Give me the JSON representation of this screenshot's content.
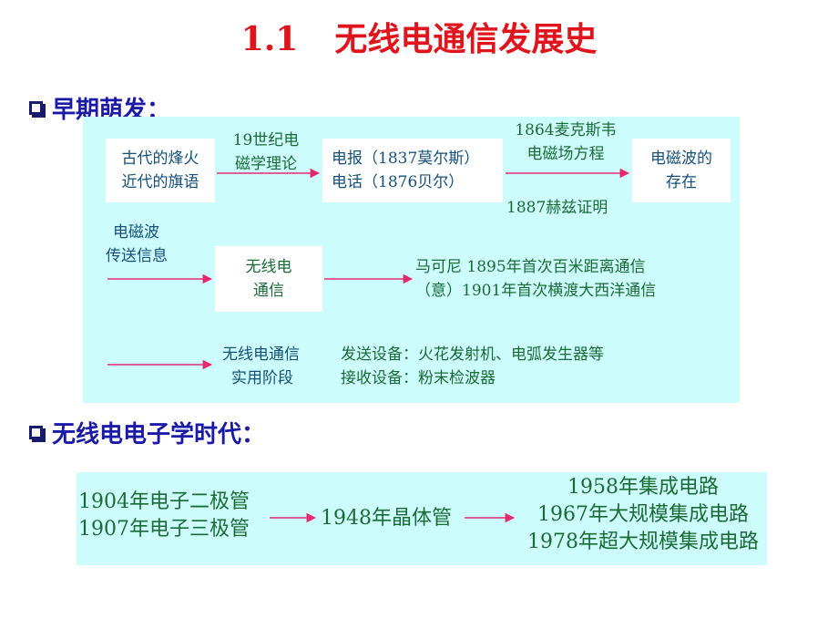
{
  "title": {
    "number": "1.1",
    "text": "无线电通信发展史"
  },
  "section1": {
    "heading": "早期萌发：",
    "box1": {
      "line1": "古代的烽火",
      "line2": "近代的旗语"
    },
    "label_theory": {
      "line1": "19世纪电",
      "line2": "磁学理论"
    },
    "telegraph": {
      "line1": "电报（1837莫尔斯）",
      "line2": "电话（1876贝尔）"
    },
    "label_maxwell": {
      "line1": "1864麦克斯韦",
      "line2": "电磁场方程"
    },
    "label_hertz": "1887赫兹证明",
    "box_em_wave": {
      "line1": "电磁波的",
      "line2": "存在"
    },
    "label_em_transmit": {
      "line1": "电磁波",
      "line2": "传送信息"
    },
    "box_wireless": {
      "line1": "无线电",
      "line2": "通信"
    },
    "marconi": {
      "line1": "马可尼  1895年首次百米距离通信",
      "line2": "（意）1901年首次横渡大西洋通信"
    },
    "practical": {
      "line1": "无线电通信",
      "line2": "实用阶段"
    },
    "equipment": {
      "line1": "发送设备：火花发射机、电弧发生器等",
      "line2": "接收设备：粉末检波器"
    }
  },
  "section2": {
    "heading": "无线电电子学时代：",
    "tubes": {
      "line1": "1904年电子二极管",
      "line2": "1907年电子三极管"
    },
    "transistor": "1948年晶体管",
    "ic": {
      "line1": "1958年集成电路",
      "line2": "1967年大规模集成电路",
      "line3": "1978年超大规模集成电路"
    }
  },
  "colors": {
    "title": "#e0141c",
    "heading": "#1a1aa6",
    "panel": "#ccfcfc",
    "arrow": "#e8286e",
    "text_green": "#1a6b35",
    "text_blue": "#14507a"
  }
}
